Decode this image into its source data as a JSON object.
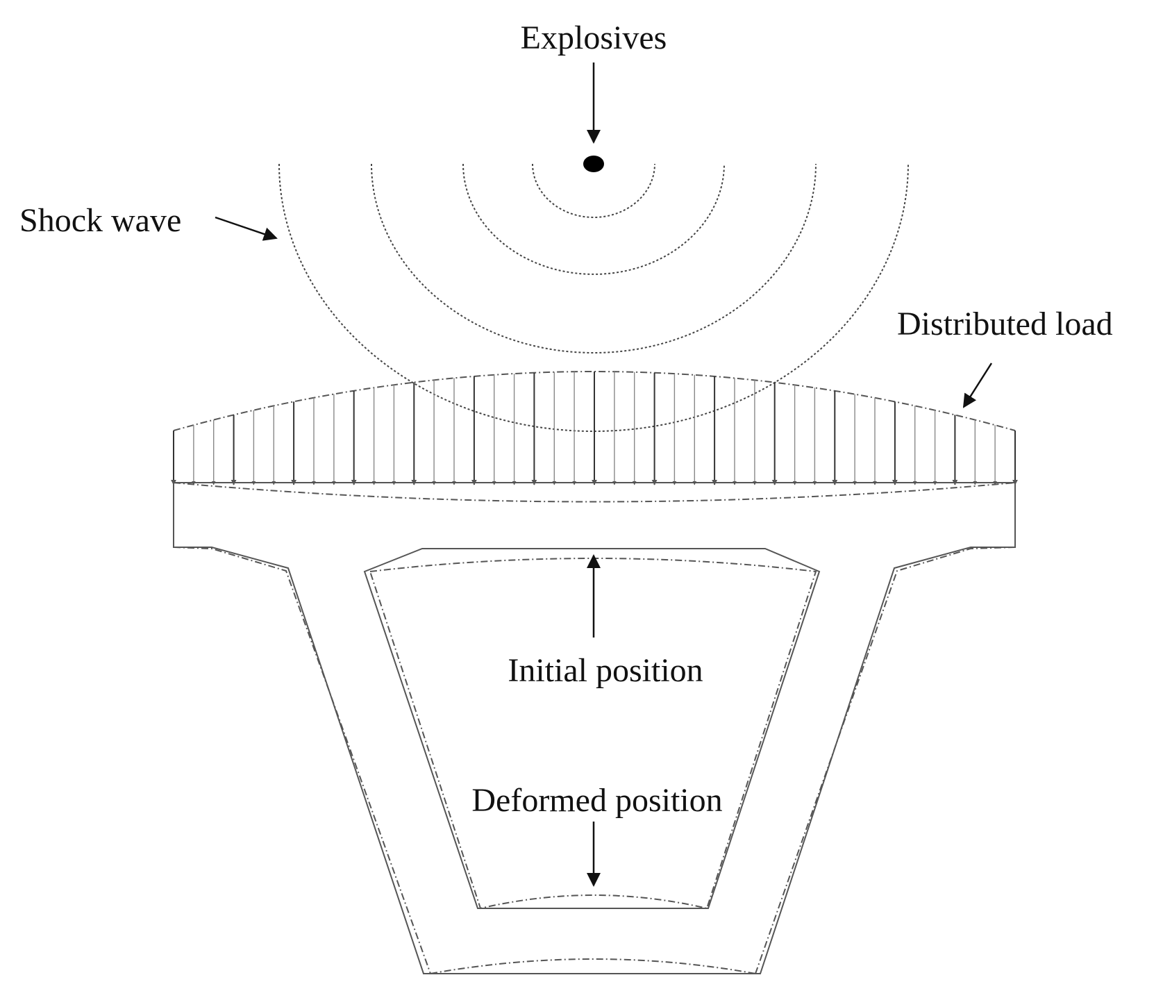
{
  "labels": {
    "explosives": "Explosives",
    "shock_wave": "Shock wave",
    "distributed_load": "Distributed load",
    "initial_position": "Initial position",
    "deformed_position": "Deformed position"
  },
  "colors": {
    "line": "#333333",
    "text": "#111111",
    "background": "#ffffff"
  }
}
